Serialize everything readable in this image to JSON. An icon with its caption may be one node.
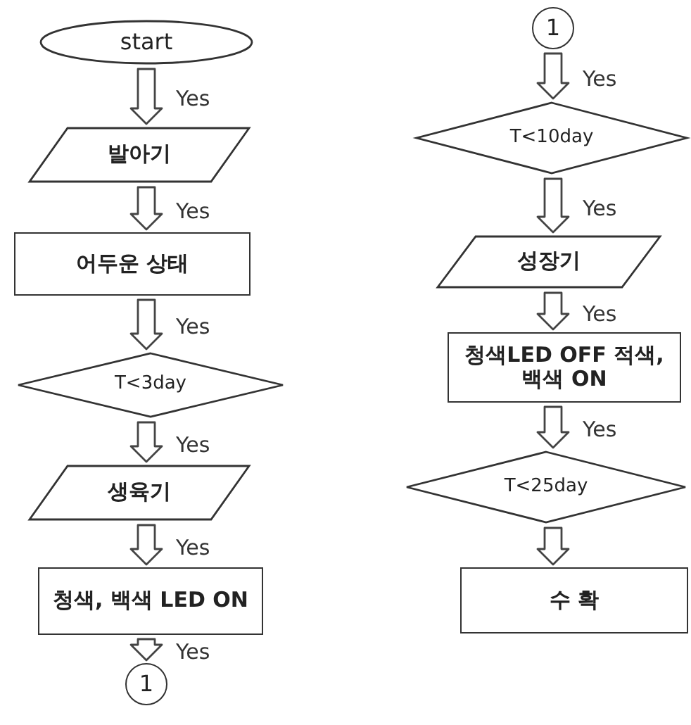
{
  "diagram": {
    "nodes": [
      {
        "text": [
          "start"
        ]
      },
      {
        "text": [
          "발아기"
        ]
      },
      {
        "text": [
          "어두운 상태"
        ]
      },
      {
        "text": [
          "T<3day"
        ]
      },
      {
        "text": [
          "생육기"
        ]
      },
      {
        "text": [
          "청색, 백색 LED ON"
        ]
      },
      {
        "text": [
          "1"
        ]
      },
      {
        "text": [
          "1"
        ]
      },
      {
        "text": [
          "T<10day"
        ]
      },
      {
        "text": [
          "성장기"
        ]
      },
      {
        "text": [
          "청색LED OFF 적색, 백색 ON"
        ]
      },
      {
        "text": [
          "T<25day"
        ]
      },
      {
        "text": [
          "수 확"
        ]
      }
    ],
    "edges": [
      {
        "from": 0,
        "to": 1,
        "arrow": "to",
        "label": "Yes"
      },
      {
        "from": 1,
        "to": 2,
        "arrow": "to",
        "label": "Yes"
      },
      {
        "from": 2,
        "to": 3,
        "arrow": "to",
        "label": "Yes"
      },
      {
        "from": 3,
        "to": 4,
        "arrow": "to",
        "label": "Yes"
      },
      {
        "from": 4,
        "to": 5,
        "arrow": "to",
        "label": "Yes"
      },
      {
        "from": 5,
        "to": 6,
        "arrow": "to",
        "label": "Yes"
      },
      {
        "from": 7,
        "to": 8,
        "arrow": "to",
        "label": "Yes"
      },
      {
        "from": 8,
        "to": 9,
        "arrow": "to",
        "label": "Yes"
      },
      {
        "from": 9,
        "to": 10,
        "arrow": "to",
        "label": "Yes"
      },
      {
        "from": 10,
        "to": 11,
        "arrow": "to",
        "label": "Yes"
      },
      {
        "from": 11,
        "to": 12,
        "arrow": "to"
      }
    ]
  }
}
